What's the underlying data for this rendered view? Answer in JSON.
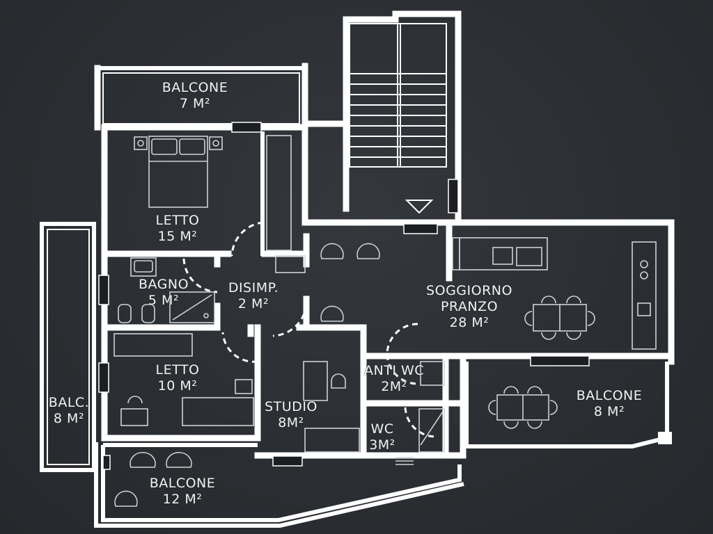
{
  "colors": {
    "background": "#2b2e32",
    "walls": "#ffffff",
    "furniture": "#cfd3d8"
  },
  "rooms": {
    "balcone_top": {
      "name": "BALCONE",
      "area": "7 M²"
    },
    "letto_15": {
      "name": "LETTO",
      "area": "15 M²"
    },
    "bagno": {
      "name": "BAGNO",
      "area": "5 M²"
    },
    "disimpegno": {
      "name": "DISIMP.",
      "area": "2 M²"
    },
    "soggiorno": {
      "name": "SOGGIORNO",
      "name2": "PRANZO",
      "area": "28 M²"
    },
    "letto_10": {
      "name": "LETTO",
      "area": "10 M²"
    },
    "anti_wc": {
      "name": "ANTI WC",
      "area": "2M²"
    },
    "wc": {
      "name": "WC",
      "area": "3M²"
    },
    "studio": {
      "name": "STUDIO",
      "area": "8M²"
    },
    "balcone_right": {
      "name": "BALCONE",
      "area": "8 M²"
    },
    "balc_left": {
      "name": "BALC.",
      "area": "8 M²"
    },
    "balcone_bottom": {
      "name": "BALCONE",
      "area": "12 M²"
    }
  },
  "icons": [
    "entrance-triangle-icon",
    "stair-icon",
    "bed-icon",
    "armchair-icon",
    "dining-table-icon",
    "sofa-icon",
    "toilet-icon",
    "shower-icon",
    "desk-icon",
    "kitchen-counter-icon"
  ]
}
